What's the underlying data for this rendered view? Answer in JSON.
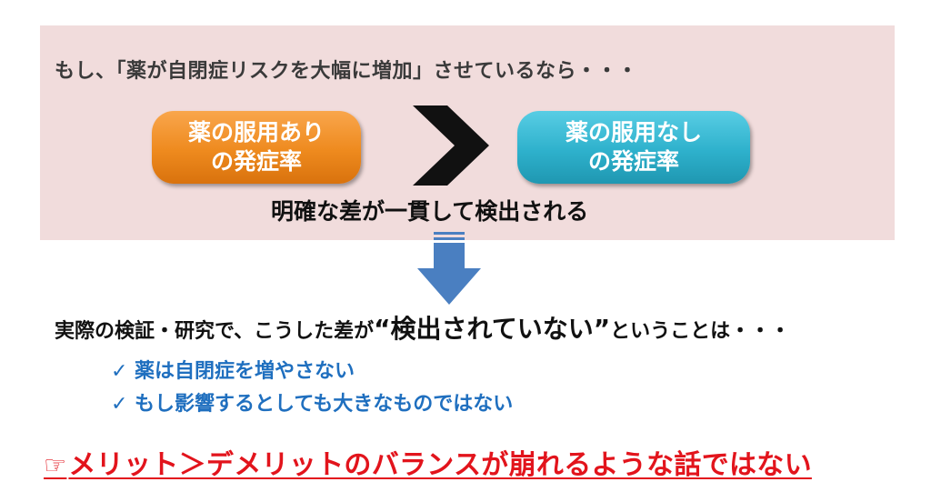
{
  "premise": "もし、「薬が自閉症リスクを大幅に増加」させているなら・・・",
  "comparison": {
    "left": {
      "line1": "薬の服用あり",
      "line2": "の発症率",
      "color": "#ee8a1e"
    },
    "operator": "＞",
    "right": {
      "line1": "薬の服用なし",
      "line2": "の発症率",
      "color": "#2eb1cc"
    },
    "result": "明確な差が一貫して検出される"
  },
  "finding": {
    "prefix": "実際の検証・研究で、こうした差が",
    "emphasis": "“検出されていない”",
    "suffix": "ということは・・・"
  },
  "checklist": {
    "icon": "check-icon",
    "items": [
      "薬は自閉症を増やさない",
      "もし影響するとしても大きなものではない"
    ],
    "color": "#1f6fbf"
  },
  "conclusion": {
    "icon": "pointing-hand-icon",
    "text": "メリット＞デメリットのバランスが崩れるような話ではない",
    "color": "#e2141c"
  },
  "colors": {
    "panel_background": "#f1dcdc",
    "arrow": "#4a7fc1"
  }
}
